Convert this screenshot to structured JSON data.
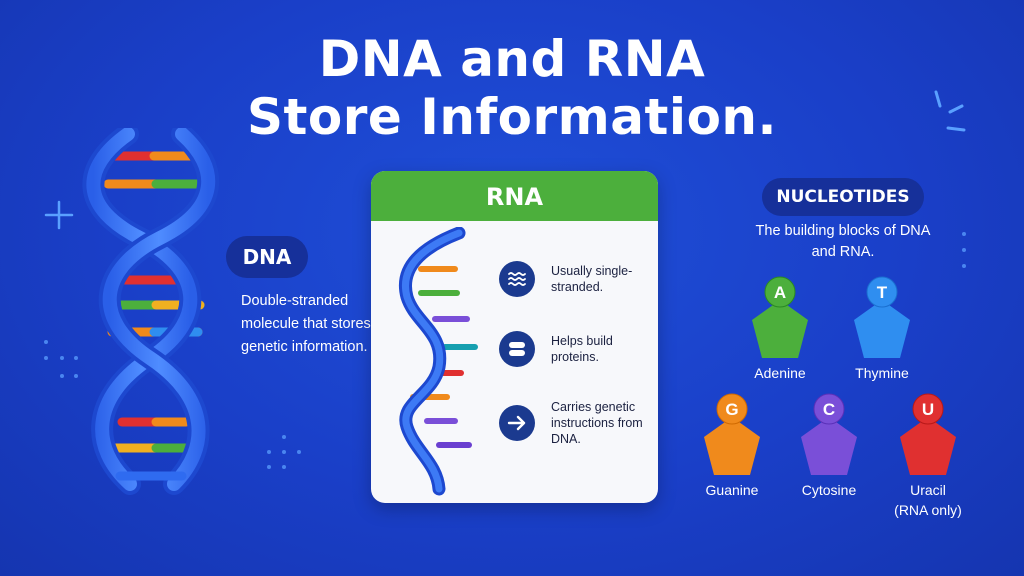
{
  "title": {
    "line1": "DNA and RNA",
    "line2": "Store Information."
  },
  "dna": {
    "badge": "DNA",
    "description": "Double-stranded molecule that stores genetic information."
  },
  "rna": {
    "header": "RNA",
    "features": [
      {
        "icon": "waves-icon",
        "text": "Usually single-stranded."
      },
      {
        "icon": "protein-icon",
        "text": "Helps build proteins."
      },
      {
        "icon": "arrow-right-icon",
        "text": "Carries genetic instructions from DNA."
      }
    ]
  },
  "nucleotides": {
    "badge": "NUCLEOTIDES",
    "description": "The building blocks of DNA and RNA.",
    "items": [
      {
        "letter": "A",
        "name": "Adenine",
        "color": "#4caf3c"
      },
      {
        "letter": "T",
        "name": "Thymine",
        "color": "#2f8ef0"
      },
      {
        "letter": "G",
        "name": "Guanine",
        "color": "#f08a1c"
      },
      {
        "letter": "C",
        "name": "Cytosine",
        "color": "#7a4fd8"
      },
      {
        "letter": "U",
        "name": "Uracil",
        "note": "(RNA only)",
        "color": "#e03030"
      }
    ]
  },
  "colors": {
    "background": "#1a3fc8",
    "badge_bg": "#16309a",
    "card_header": "#4caf3c",
    "helix_blue": "#2f6bf0"
  }
}
